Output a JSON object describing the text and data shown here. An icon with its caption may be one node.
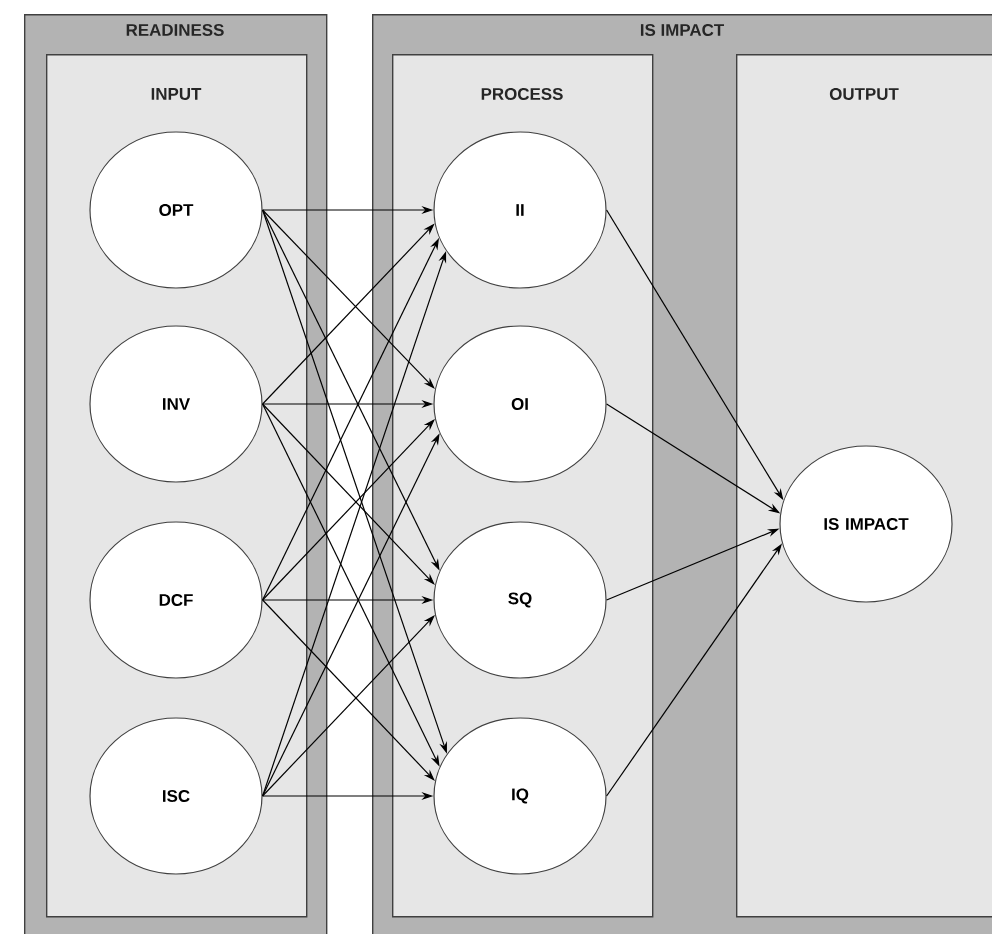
{
  "diagram": {
    "nodes": [
      {
        "text": [
          "READINESS"
        ]
      },
      {
        "text": [
          "INPUT"
        ],
        "in": 0
      },
      {
        "text": [
          "OPT"
        ],
        "in": 1
      },
      {
        "text": [
          "INV"
        ],
        "in": 1
      },
      {
        "text": [
          "DCF"
        ],
        "in": 1
      },
      {
        "text": [
          "ISC"
        ],
        "in": 1
      },
      {
        "text": [
          "IS IMPACT"
        ]
      },
      {
        "text": [
          "PROCESS"
        ],
        "in": 6
      },
      {
        "text": [
          "OUTPUT"
        ],
        "in": 6
      },
      {
        "text": [
          "II"
        ],
        "in": 7
      },
      {
        "text": [
          "OI"
        ],
        "in": 7
      },
      {
        "text": [
          "SQ"
        ],
        "in": 7
      },
      {
        "text": [
          "IQ"
        ],
        "in": 7
      },
      {
        "text": [
          "IS IMPACT"
        ],
        "in": 8
      }
    ],
    "edges": [
      {
        "from": 2,
        "to": 9,
        "arrow": "to"
      },
      {
        "from": 2,
        "to": 10,
        "arrow": "to"
      },
      {
        "from": 2,
        "to": 11,
        "arrow": "to"
      },
      {
        "from": 2,
        "to": 12,
        "arrow": "to"
      },
      {
        "from": 3,
        "to": 9,
        "arrow": "to"
      },
      {
        "from": 3,
        "to": 10,
        "arrow": "to"
      },
      {
        "from": 3,
        "to": 11,
        "arrow": "to"
      },
      {
        "from": 3,
        "to": 12,
        "arrow": "to"
      },
      {
        "from": 4,
        "to": 9,
        "arrow": "to"
      },
      {
        "from": 4,
        "to": 10,
        "arrow": "to"
      },
      {
        "from": 4,
        "to": 11,
        "arrow": "to"
      },
      {
        "from": 4,
        "to": 12,
        "arrow": "to"
      },
      {
        "from": 5,
        "to": 9,
        "arrow": "to"
      },
      {
        "from": 5,
        "to": 10,
        "arrow": "to"
      },
      {
        "from": 5,
        "to": 11,
        "arrow": "to"
      },
      {
        "from": 5,
        "to": 12,
        "arrow": "to"
      },
      {
        "from": 9,
        "to": 13,
        "arrow": "to"
      },
      {
        "from": 10,
        "to": 13,
        "arrow": "to"
      },
      {
        "from": 11,
        "to": 13,
        "arrow": "to"
      },
      {
        "from": 12,
        "to": 13,
        "arrow": "to"
      }
    ]
  }
}
